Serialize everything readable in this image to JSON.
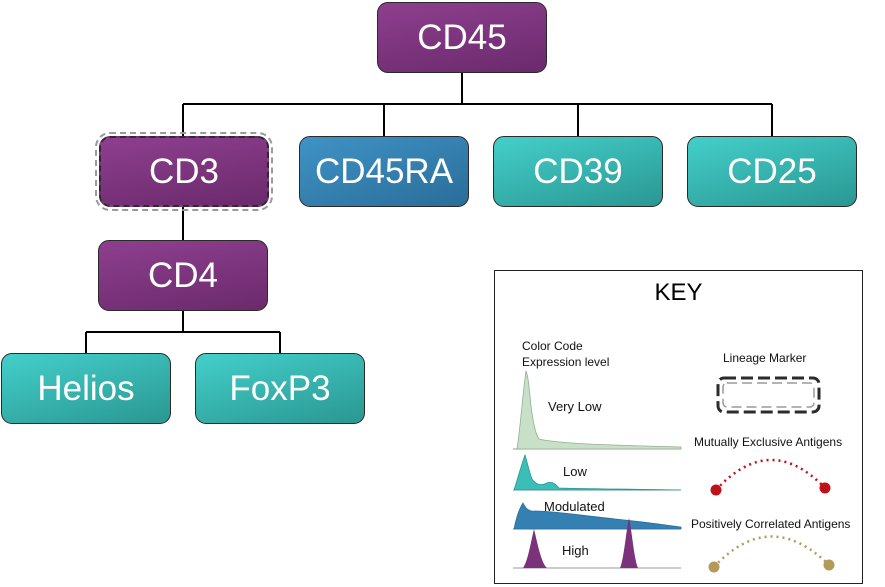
{
  "nodes": {
    "cd45": "CD45",
    "cd3": "CD3",
    "cd45ra": "CD45RA",
    "cd39": "CD39",
    "cd25": "CD25",
    "cd4": "CD4",
    "helios": "Helios",
    "foxp3": "FoxP3"
  },
  "key": {
    "title": "KEY",
    "color_code_title": "Color Code",
    "expression_level_title": "Expression level",
    "levels": [
      "Very Low",
      "Low",
      "Modulated",
      "High"
    ],
    "lineage_marker": "Lineage Marker",
    "mutually_exclusive": "Mutually Exclusive Antigens",
    "positively_correlated": "Positively Correlated Antigens"
  },
  "colors": {
    "purple": "#7a327b",
    "blue": "#3580b2",
    "teal": "#37b5b0",
    "very_low": "#c8e0c8",
    "mutually_exclusive": "#c0101a",
    "positively_correlated": "#b39a5a"
  }
}
